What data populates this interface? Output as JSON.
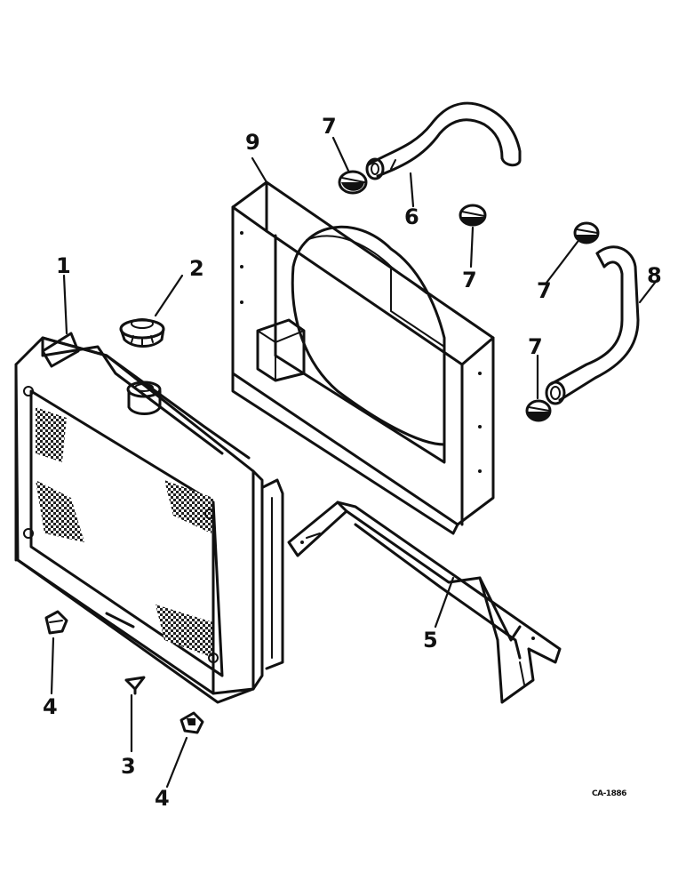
{
  "figure_code": "CA-1886",
  "callouts": {
    "c1": "1",
    "c2": "2",
    "c3": "3",
    "c4a": "4",
    "c4b": "4",
    "c5": "5",
    "c6": "6",
    "c7a": "7",
    "c7b": "7",
    "c7c": "7",
    "c7d": "7",
    "c8": "8",
    "c9": "9"
  },
  "colors": {
    "ink": "#111111",
    "background": "#ffffff"
  }
}
